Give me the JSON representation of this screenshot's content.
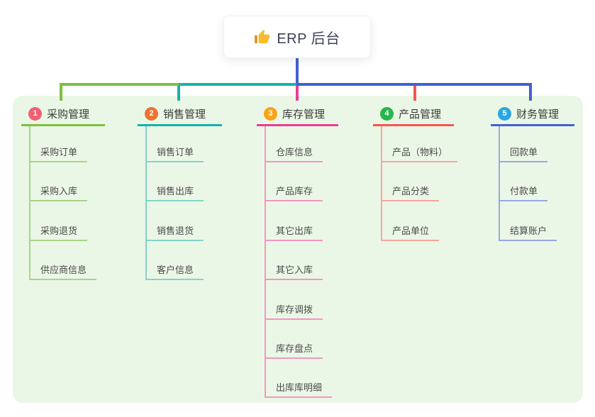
{
  "root_node": {
    "label": "ERP 后台",
    "icon": "thumbs-up-icon"
  },
  "panel": {
    "background": "#ebf7e6"
  },
  "branches": [
    {
      "badge": "1",
      "label": "采购管理",
      "badge_color": "#f25f72",
      "line_color": "#7cc13d",
      "sub_line_color": "#a9d489",
      "items": [
        "采购订单",
        "采购入库",
        "采购退货",
        "供应商信息"
      ]
    },
    {
      "badge": "2",
      "label": "销售管理",
      "badge_color": "#ee7231",
      "line_color": "#16b3ab",
      "sub_line_color": "#82d3cc",
      "items": [
        "销售订单",
        "销售出库",
        "销售退货",
        "客户信息"
      ]
    },
    {
      "badge": "3",
      "label": "库存管理",
      "badge_color": "#f9a418",
      "line_color": "#ea3c97",
      "sub_line_color": "#f495c4",
      "items": [
        "仓库信息",
        "产品库存",
        "其它出库",
        "其它入库",
        "库存调拨",
        "库存盘点",
        "出库库明细"
      ]
    },
    {
      "badge": "4",
      "label": "产品管理",
      "badge_color": "#27b54c",
      "line_color": "#f4574d",
      "sub_line_color": "#f8a59f",
      "items": [
        "产品（物料）",
        "产品分类",
        "产品单位"
      ]
    },
    {
      "badge": "5",
      "label": "财务管理",
      "badge_color": "#27a8e0",
      "line_color": "#4161d2",
      "sub_line_color": "#97a8e4",
      "items": [
        "回款单",
        "付款单",
        "结算账户"
      ]
    }
  ]
}
